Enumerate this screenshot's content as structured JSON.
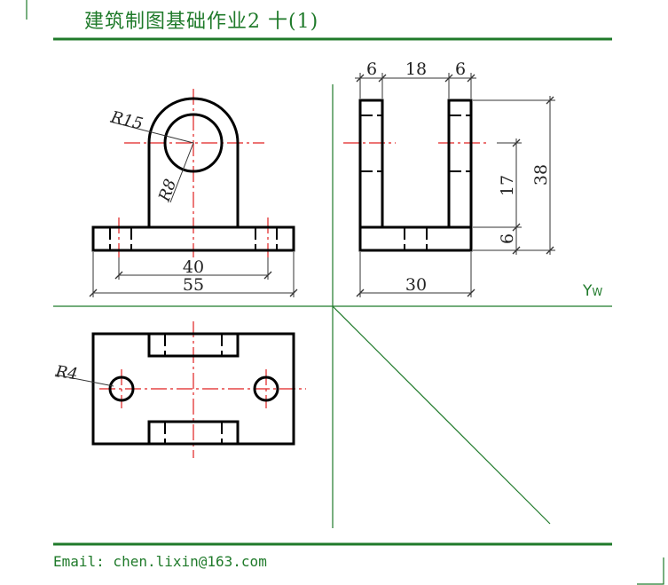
{
  "header": {
    "title": "建筑制图基础作业2 十(1)"
  },
  "footer": {
    "email": "Email: chen.lixin@163.com"
  },
  "projection_axis": {
    "label_main": "Y",
    "label_sub": "W"
  },
  "front_view": {
    "radius_outer": "R15",
    "radius_inner": "R8",
    "dim_inner_width": "40",
    "dim_overall_width": "55"
  },
  "side_view": {
    "dim_left": "6",
    "dim_middle": "18",
    "dim_right": "6",
    "dim_overall_height": "38",
    "dim_upper_height": "17",
    "dim_base_height": "6",
    "dim_width": "30"
  },
  "top_view": {
    "radius_hole": "R4"
  },
  "colors": {
    "line": "#000000",
    "center": "#e02020",
    "frame": "#1f7a2a",
    "dim": "#333333"
  }
}
